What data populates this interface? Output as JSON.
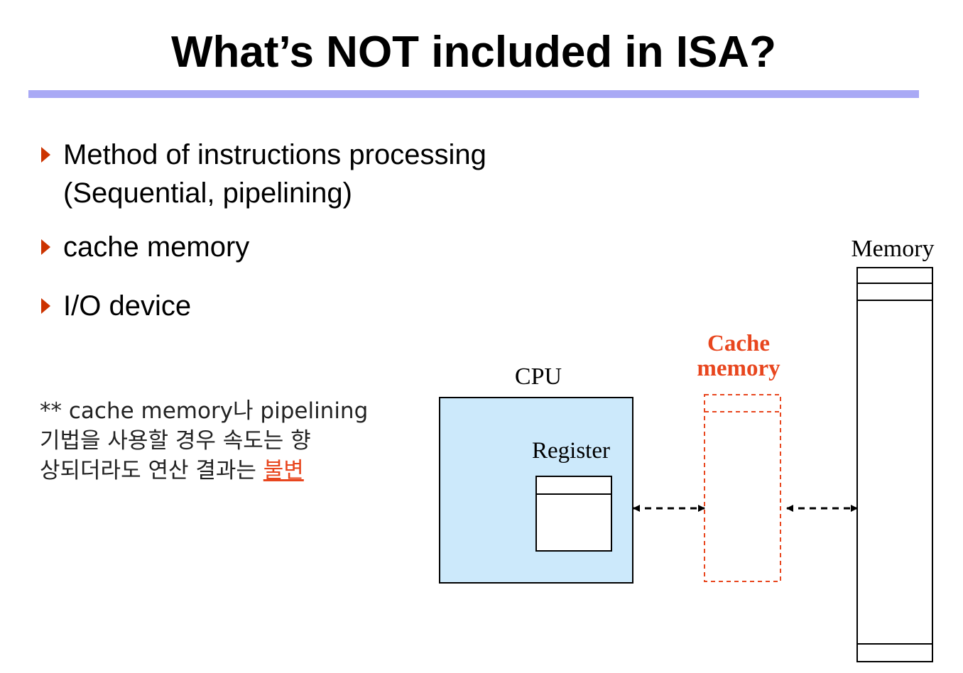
{
  "title": "What’s NOT included in ISA?",
  "bullets": [
    {
      "line1": "Method of instructions processing",
      "line2": "(Sequential, pipelining)"
    },
    {
      "line1": "cache memory"
    },
    {
      "line1": "I/O device"
    }
  ],
  "note": {
    "line1": "** cache memory나 pipelining",
    "line2": "기법을 사용할 경우 속도는 향",
    "line3_prefix": "상되더라도 연산 결과는 ",
    "line3_highlight": "불변"
  },
  "diagram": {
    "cpu_label": "CPU",
    "register_label": "Register",
    "cache_label_line1": "Cache",
    "cache_label_line2": "memory",
    "memory_label": "Memory"
  },
  "colors": {
    "title_bar": "#a9a9f5",
    "bullet_marker": "#cc3300",
    "cpu_fill": "#cce9fb",
    "cache_accent": "#e8461e"
  }
}
